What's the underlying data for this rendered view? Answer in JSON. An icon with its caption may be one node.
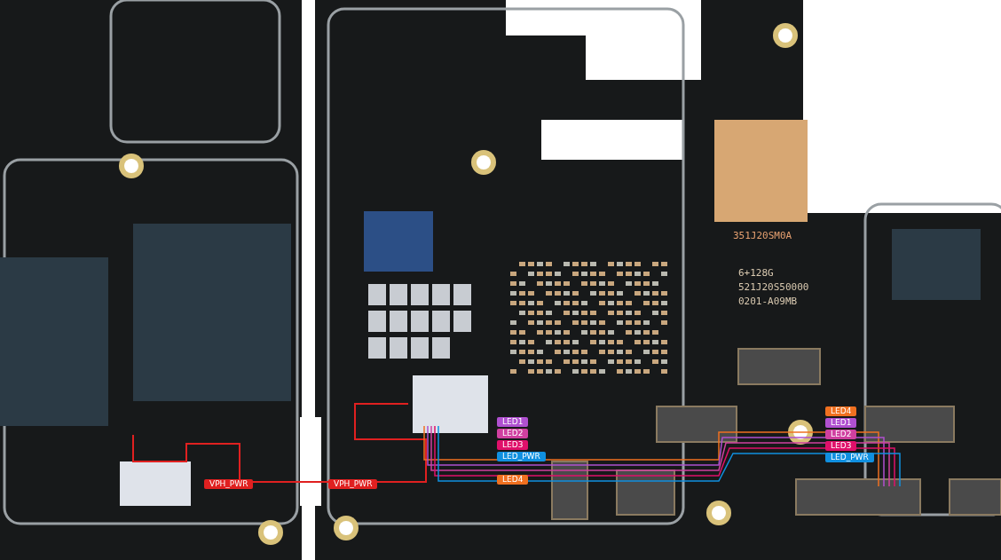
{
  "diagram": {
    "labels": [
      "351J20SM0A",
      "6+128G",
      "521J20S50000",
      "0201-A09MB",
      "LED4",
      "LED1",
      "LED2",
      "LED3",
      "LED_PWR",
      "LED1",
      "LED2",
      "LED3",
      "LED_PWR",
      "LED4",
      "VPH_PWR",
      "VPH_PWR"
    ]
  }
}
